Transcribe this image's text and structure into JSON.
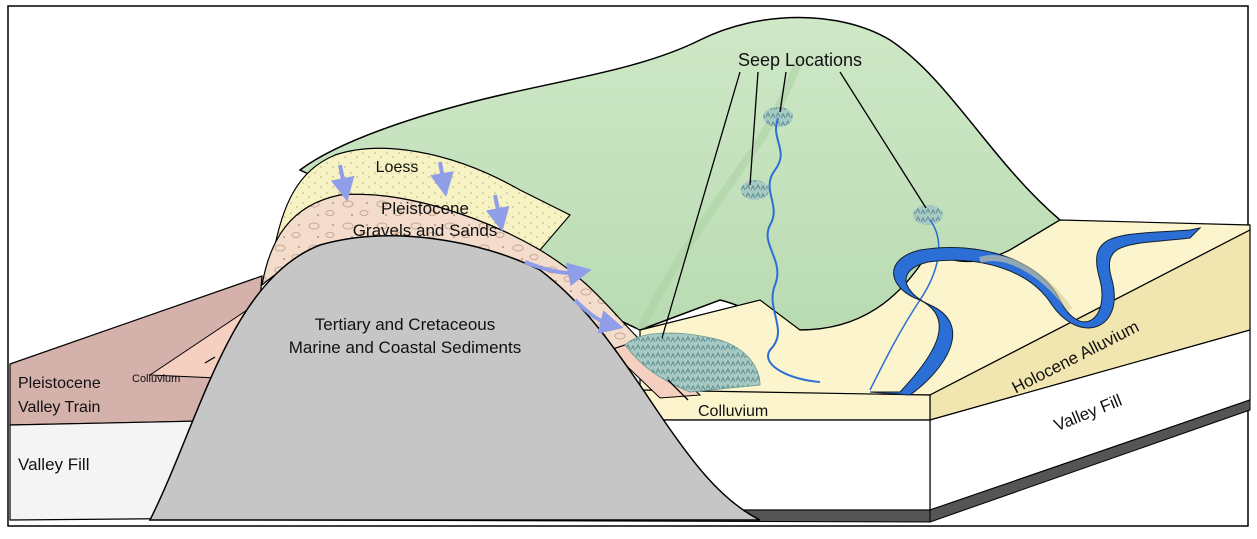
{
  "labels": {
    "seep_locations": "Seep Locations",
    "loess": "Loess",
    "pleistocene_gravels_line1": "Pleistocene",
    "pleistocene_gravels_line2": "Gravels and Sands",
    "tertiary_line1": "Tertiary and Cretaceous",
    "tertiary_line2": "Marine and Coastal Sediments",
    "pleistocene_valley_train_line1": "Pleistocene",
    "pleistocene_valley_train_line2": "Valley Train",
    "colluvium_small": "Colluvium",
    "valley_fill_left": "Valley Fill",
    "colluvium_right": "Colluvium",
    "holocene_alluvium": "Holocene Alluvium",
    "valley_fill_right": "Valley Fill"
  },
  "colors": {
    "hill_green": "#c5e3bd",
    "loess": "#f7f2c4",
    "gravels": "#f3d9c8",
    "tertiary": "#c6c6c6",
    "valley_train": "#d5b1ab",
    "valley_fill": "#f4f4f4",
    "alluvium": "#fbf4cc",
    "river": "#2b6fd6",
    "seep": "#8fb3b0",
    "arrow": "#8f9ee6"
  }
}
